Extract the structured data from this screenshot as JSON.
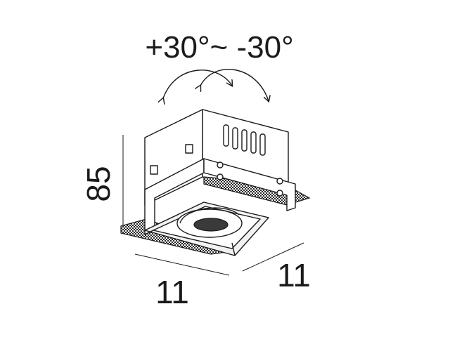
{
  "angle_label": "+30°~ -30°",
  "dimensions": {
    "height": "85",
    "width": "11",
    "depth": "11"
  }
}
